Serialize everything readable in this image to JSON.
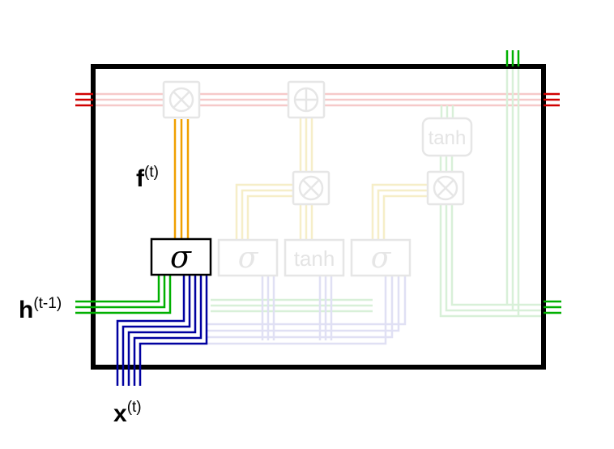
{
  "labels": {
    "forget_output": {
      "base": "f",
      "sup": "(t)"
    },
    "hidden_prev": {
      "base": "h",
      "sup": "(t-1)"
    },
    "input": {
      "base": "x",
      "sup": "(t)"
    }
  },
  "gates": {
    "forget_sigma": "σ",
    "input_sigma": "σ",
    "candidate_tanh": "tanh",
    "output_sigma": "σ",
    "cell_tanh": "tanh"
  },
  "colors": {
    "cell_state": "#d00000",
    "hidden": "#00b000",
    "input": "#0000a0",
    "forget": "#f0a000",
    "frame": "#000000",
    "faded_box": "#e8e8e8"
  },
  "highlighted_gate": "forget_sigma"
}
